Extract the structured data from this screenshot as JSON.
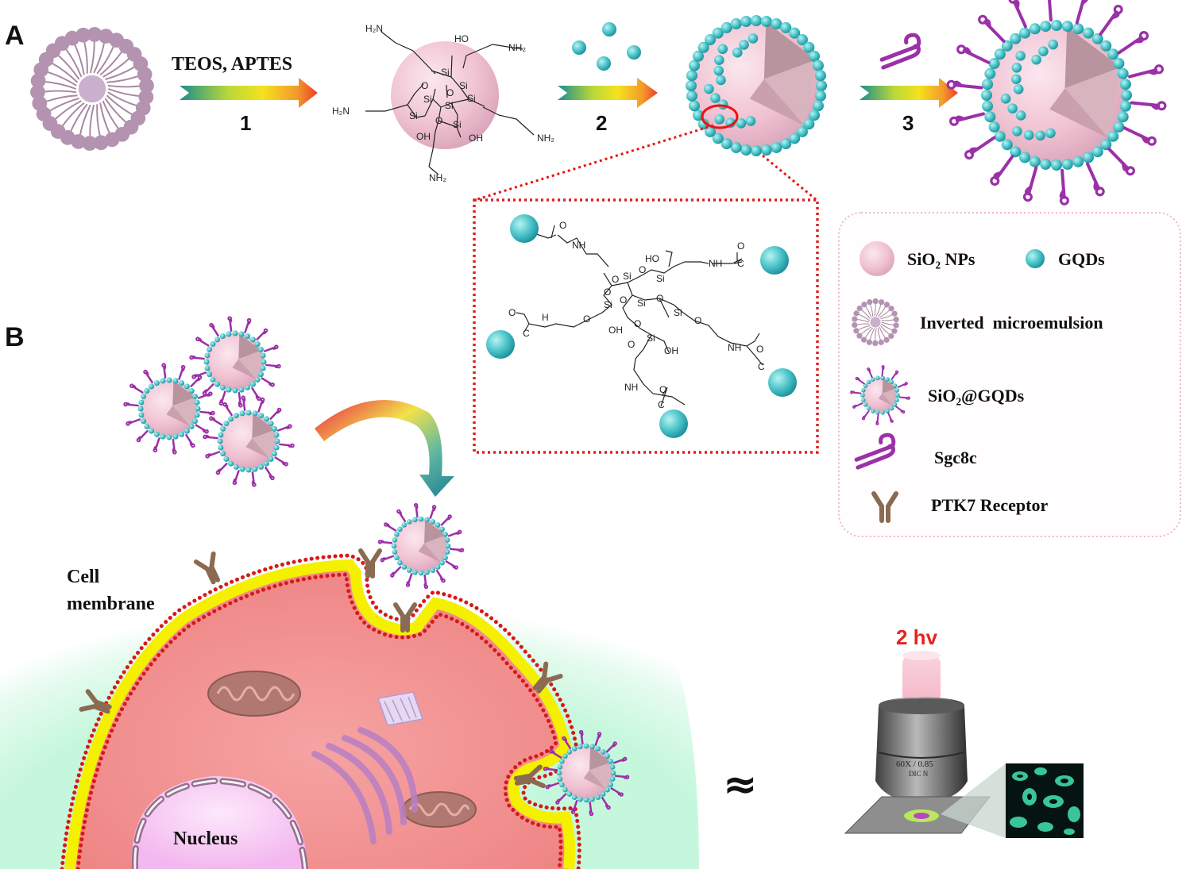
{
  "panels": {
    "a": "A",
    "b": "B"
  },
  "steps": {
    "one": {
      "number": "1",
      "reagents": "TEOS, APTES"
    },
    "two": {
      "number": "2"
    },
    "three": {
      "number": "3"
    }
  },
  "chem_labels": {
    "nh2": "NH₂",
    "h2n": "H₂N",
    "si": "Si",
    "o": "O",
    "oh": "OH",
    "ho": "HO",
    "nh": "NH",
    "c": "C",
    "h": "H"
  },
  "legend": {
    "sio2_nps": "SiO₂ NPs",
    "gqds": "GQDs",
    "microemulsion": "Inverted  microemulsion",
    "sio2_gqds": "SiO₂@GQDs",
    "sgc8c": "Sgc8c",
    "ptk7": "PTK7 Receptor"
  },
  "cell": {
    "membrane_line1": "Cell",
    "membrane_line2": "membrane",
    "nucleus": "Nucleus"
  },
  "imaging": {
    "excitation": "2 hv",
    "approx": "≈",
    "objective_line1": "60X / 0.85",
    "objective_line2": "DIC N"
  },
  "colors": {
    "sphere": "#f2c6d4",
    "gqd": "#4fc3cc",
    "aptamer": "#9b30a8",
    "receptor": "#8b6a52",
    "membrane_yellow": "#f4f000",
    "membrane_dots": "#d81818",
    "cytoplasm": "#f19494",
    "glow": "#b9f3d8",
    "dotted_box": "#e02020",
    "excitation_text": "#e8231f"
  }
}
